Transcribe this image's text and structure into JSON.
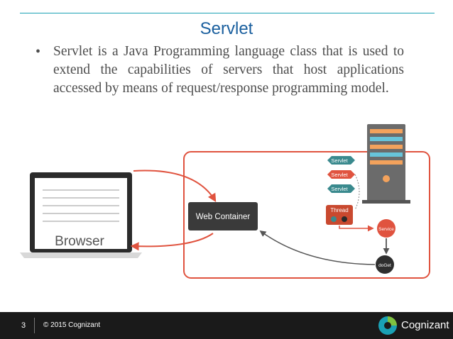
{
  "slide": {
    "title": "Servlet",
    "bullet": "Servlet is a Java Programming language class that is used to extend the capabilities of servers that host applications accessed by means of request/response programming model."
  },
  "diagram": {
    "browser_label": "Browser",
    "web_container_label": "Web Container",
    "servlet_tags": [
      "Servlet",
      "Servlet",
      "Servlet"
    ],
    "thread_label": "Thread",
    "service_label": "Service",
    "doget_label": "doGet",
    "colors": {
      "accent_red": "#e0533f",
      "tag_teal": "#3a8a8e",
      "dark": "#333333"
    }
  },
  "footer": {
    "page_number": "3",
    "copyright": "© 2015 Cognizant",
    "brand": "Cognizant"
  }
}
